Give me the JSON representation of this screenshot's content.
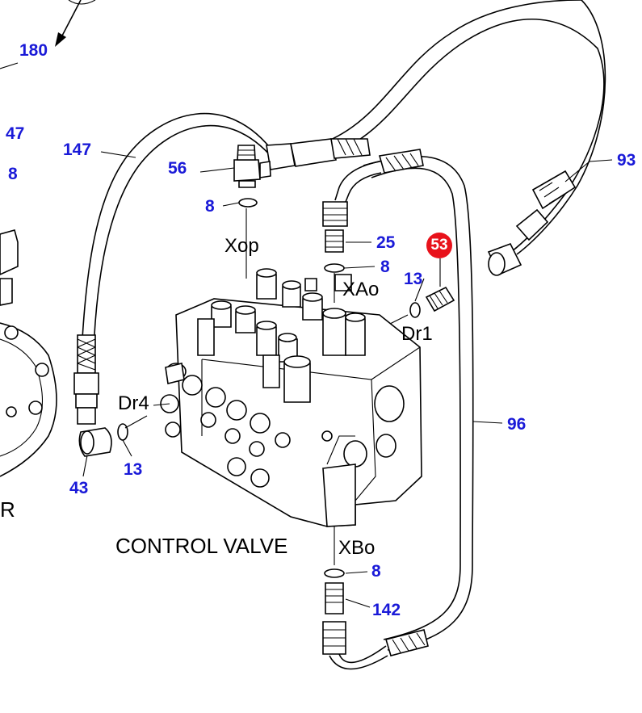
{
  "diagram": {
    "title": "CONTROL VALVE",
    "partial_label": "R",
    "callouts": [
      "180",
      "47",
      "8",
      "147",
      "56",
      "8",
      "25",
      "8",
      "13",
      "93",
      "96",
      "13",
      "43",
      "8",
      "142"
    ],
    "highlighted_callout": {
      "text": "53",
      "color": "#e8121b"
    },
    "callout_color": "#1a1ad8",
    "ports": [
      "Xop",
      "XAo",
      "Dr1",
      "Dr4",
      "XBo"
    ]
  }
}
